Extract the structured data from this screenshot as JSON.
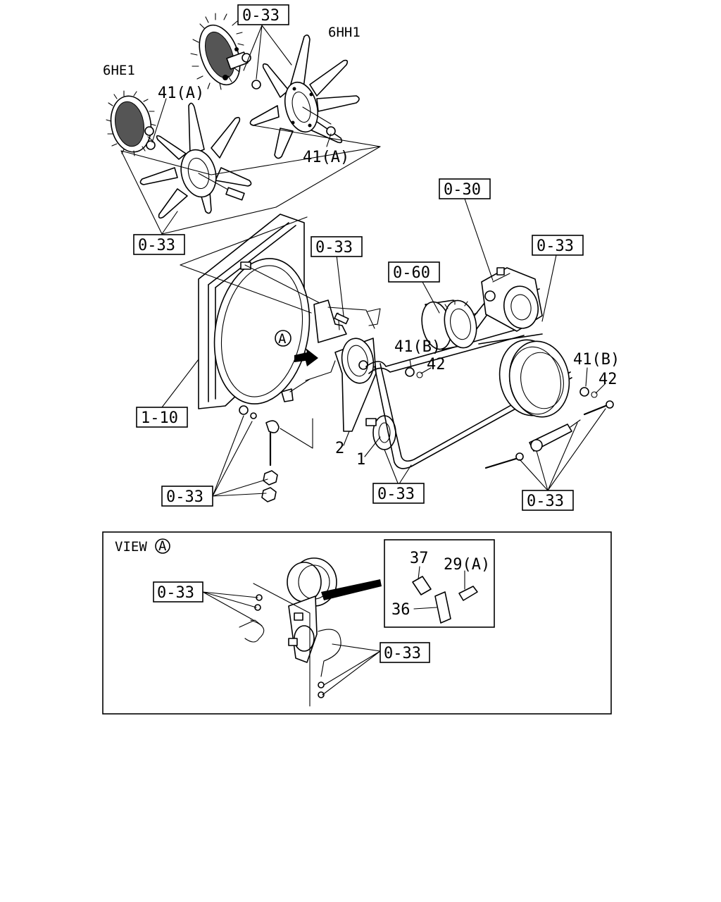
{
  "engine_variants": {
    "left": "6HE1",
    "right": "6HH1"
  },
  "reference_boxes": {
    "fan_right_top": "0-33",
    "fan_bottom": "0-33",
    "bracket_bolt": "0-33",
    "compressor": "0-30",
    "tensioner": "0-33",
    "generator": "0-60",
    "radiator": "1-10",
    "bottom_left": "0-33",
    "belt_bottom": "0-33",
    "bottom_right": "0-33",
    "view_left": "0-33",
    "view_right": "0-33"
  },
  "part_numbers": {
    "nut_41a_left": "41(A)",
    "nut_41a_right": "41(A)",
    "nut_41b_center": "41(B)",
    "washer_42_center": "42",
    "nut_41b_right": "41(B)",
    "washer_42_right": "42",
    "bracket": "2",
    "idler_pulley": "1",
    "bolt_37": "37",
    "fitting_29a": "29(A)",
    "block_36": "36"
  },
  "view_a": {
    "title": "VIEW",
    "marker": "A"
  },
  "callout_marker": "A"
}
